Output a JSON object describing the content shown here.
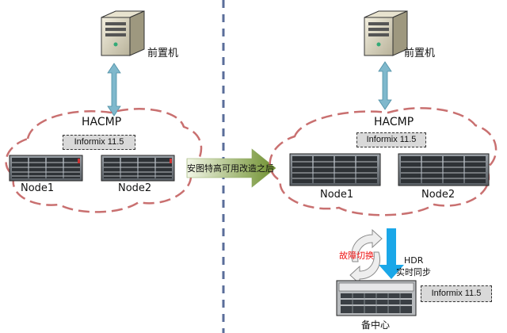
{
  "left": {
    "server_label": "前置机",
    "cluster_label": "HACMP",
    "db_label": "Informix 11.5",
    "node1_label": "Node1",
    "node2_label": "Node2"
  },
  "transition_label": "安图特高可用改造之后",
  "right": {
    "server_label": "前置机",
    "cluster_label": "HACMP",
    "db_label": "Informix 11.5",
    "node1_label": "Node1",
    "node2_label": "Node2",
    "failover_label": "故障切换",
    "replication_label_1": "HDR",
    "replication_label_2": "实时同步",
    "backup_db_label": "Informix 11.5",
    "backup_center_label": "备中心"
  },
  "colors": {
    "cloud_border": "#c97070",
    "divider": "#5a6d9a",
    "connector_arrow": "#7fb8cc",
    "hdr_arrow": "#1aa7e8",
    "transition_arrow": "#6e8f2e",
    "failover_text": "#e11111"
  }
}
